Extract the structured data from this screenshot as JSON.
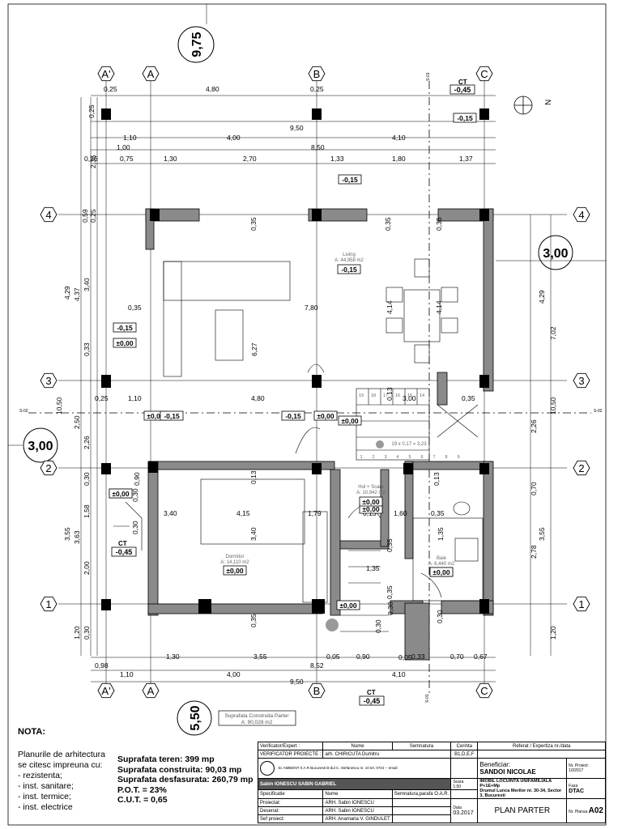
{
  "drawing": {
    "dimension_horizontal": "9,75",
    "dimension_vertical_left": "3,00",
    "dimension_vertical_right": "3,00",
    "dimension_bottom_circle": "5,50",
    "axes_columns": [
      "A'",
      "A",
      "B",
      "C"
    ],
    "axes_rows": [
      "4",
      "3",
      "2",
      "1"
    ],
    "section_top": "S-01",
    "section_side": "S-02",
    "ct_top_label": "CT",
    "ct_top_value": "-0,45",
    "ct_left_label": "CT",
    "ct_left_value": "-0,45",
    "ct_bottom_label": "CT",
    "ct_bottom_value": "-0,45",
    "north_symbol": "N",
    "top_dim_row1": [
      "0,25",
      "4,80",
      "0,25"
    ],
    "top_dim_row2": [
      "0,25",
      "9,50"
    ],
    "top_dim_row3": [
      "1,10",
      "4,00",
      "4,10"
    ],
    "top_dim_row4": [
      "1,00",
      "8,50"
    ],
    "top_dim_row5": [
      "0,26",
      "0,75",
      "1,30",
      "2,70",
      "1,33",
      "1,80",
      "1,37"
    ],
    "left_dims": [
      "2,35",
      "0,59",
      "0,25",
      "4,29",
      "4,37",
      "3,40",
      "0,33",
      "2,26",
      "10,50",
      "2,50",
      "0,30",
      "3,55",
      "3,63",
      "1,58",
      "2,00",
      "0,30",
      "1,20"
    ],
    "right_dims": [
      "4,29",
      "7,02",
      "10,50",
      "2,26",
      "0,70",
      "3,55",
      "2,78",
      "1,20"
    ],
    "bottom_dim_row1": [
      "0,98",
      "1,30",
      "3,55",
      "0,05",
      "0,90",
      "0,33",
      "0,70",
      "0,67"
    ],
    "bottom_dim_row2": [
      "1,10",
      "4,00",
      "8,52",
      "4,10"
    ],
    "bottom_dim_row3": [
      "9,50"
    ],
    "interior_dims": [
      "0,35",
      "7,80",
      "0,35",
      "6,27",
      "0,35",
      "0,35",
      "4,14",
      "4,14",
      "0,25",
      "1,10",
      "4,80",
      "3,00",
      "0,35",
      "0,13",
      "4,15",
      "0,13",
      "1,79",
      "0,13",
      "1,60",
      "0,35",
      "3,40",
      "3,40",
      "1,35",
      "1,35",
      "0,35",
      "0,13",
      "0,30",
      "0,30",
      "0,30",
      "0,90",
      "0,30",
      "0,35",
      "0,05",
      "0,30",
      "0,35"
    ],
    "levels": [
      "-0,15",
      "-0,15",
      "-0,15",
      "±0,00",
      "±0,00",
      "-0,15",
      "-0,15",
      "±0,00",
      "±0,00",
      "±0,00",
      "±0,00",
      "±0,00",
      "±0,00",
      "±0,00"
    ],
    "rooms": [
      {
        "name": "Living",
        "area": "A: 44,958 m2",
        "level": "-0,15"
      },
      {
        "name": "Hol + Scara",
        "area": "A: 10,942 m2",
        "level": "±0,00"
      },
      {
        "name": "Dormitor",
        "area": "A: 14,110 m2",
        "level": "±0,00"
      },
      {
        "name": "Baie",
        "area": "A: 6,440 m2",
        "level": "±0,00"
      }
    ],
    "stair_label": "19 x 0,17 = 3,23",
    "stair_numbers": [
      "19",
      "18",
      "17",
      "16",
      "15",
      "14",
      "1",
      "2",
      "3",
      "4",
      "5",
      "6",
      "7",
      "8",
      "9"
    ],
    "built_area_title": "Suprafata Construita Parter",
    "built_area_value": "A: 90,028 m2"
  },
  "notes": {
    "title": "NOTA:",
    "lines": [
      "Planurile de arhitectura",
      "se citesc impreuna cu:",
      "- rezistenta;",
      "- inst. sanitare;",
      "- inst. termice;",
      "- inst. electrice"
    ]
  },
  "stats": [
    "Suprafata teren: 399 mp",
    "Suprafata construita: 90,03 mp",
    "Suprafata desfasurata: 260,79 mp",
    "P.O.T. = 23%",
    "C.U.T. = 0,65"
  ],
  "title_block": {
    "verificator_expert": "Verificator/Expert :",
    "nume": "Nume",
    "semnatura": "Semnatura",
    "cerinta": "Cerinta",
    "referat": "Referat / Expertiza nr./data",
    "verificator_proiecte": "VERIFICATOR PROIECTE :",
    "verificator_name": "arh. CHIRICUTA Dumitru",
    "cerinta_value": "B1,D,E,F",
    "firm_line": "Sc AMBIENT 0.A.R Bucuresti",
    "firm_address": "B-dul C. Stefanescu nr. 10",
    "firm_contact": "tel. 0724 -- email",
    "author_line": "Sabin IONESCU SABIN GABRIEL",
    "specificatie": "Specificatie",
    "semnatura_parafa": "Semnatura,parafa O.A.R.",
    "proiectat": "Proiectat:",
    "desenat": "Desenat:",
    "sef_proiect": "Sef proiect:",
    "proiectat_name": "ARH. Sabin IONESCU",
    "desenat_name": "ARH. Sabin IONESCU",
    "sef_name": "ARH. Anamaria V. GINDULET",
    "scara_label": "Scara",
    "scara_value": "1:50",
    "data_label": "Data",
    "data_value": "03.2017",
    "beneficiar_label": "Beneficiar:",
    "beneficiar_name": "SANDOI NICOLAE",
    "titlu_proiect": "IMOBIL LOCUINTA UNIFAMILIALA  P+1E+Mp",
    "adresa": "Drumul Lunca Merilor nr. 30-34, Sector 3, Bucuresti",
    "nr_proiect_label": "Nr. Proiect:",
    "nr_proiect_value": "10/2017",
    "faza_label": "Faza",
    "faza_value": "DTAC",
    "plan_title": "PLAN PARTER",
    "nr_plansa_label": "Nr. Plansa",
    "nr_plansa_value": "A02"
  }
}
